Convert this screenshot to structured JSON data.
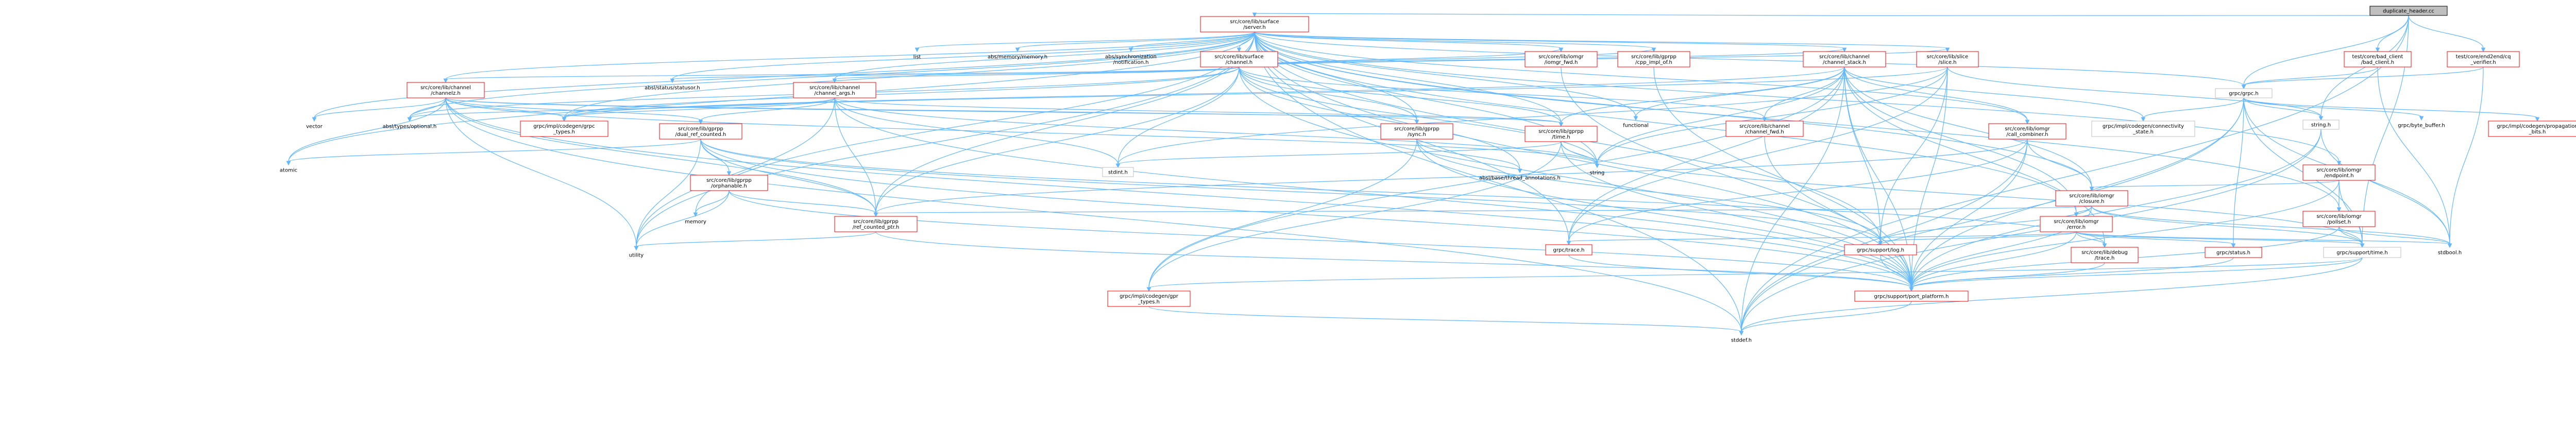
{
  "diagram": {
    "nodes": [
      {
        "id": "root",
        "lines": [
          "duplicate_header.cc"
        ],
        "style": "root"
      },
      {
        "id": "surface_server",
        "lines": [
          "src/core/lib/surface",
          "/server.h"
        ],
        "style": "red"
      },
      {
        "id": "bad_client",
        "lines": [
          "test/core/bad_client",
          "/bad_client.h"
        ],
        "style": "red"
      },
      {
        "id": "grpc_verifier",
        "lines": [
          "test/core/end2end/cq",
          "_verifier.h"
        ],
        "style": "red"
      },
      {
        "id": "list",
        "lines": [
          "list"
        ],
        "style": "plain"
      },
      {
        "id": "memory_h",
        "lines": [
          "abs/memory/memory.h"
        ],
        "style": "plain"
      },
      {
        "id": "absl_sync",
        "lines": [
          "abs/synchronization",
          "/notification.h"
        ],
        "style": "plain"
      },
      {
        "id": "surface_channel",
        "lines": [
          "src/core/lib/surface",
          "/channel.h"
        ],
        "style": "red"
      },
      {
        "id": "iomgr_fwd",
        "lines": [
          "src/core/lib/iomgr",
          "/iomgr_fwd.h"
        ],
        "style": "red"
      },
      {
        "id": "cpp_impl_of",
        "lines": [
          "src/core/lib/gprpp",
          "/cpp_impl_of.h"
        ],
        "style": "red"
      },
      {
        "id": "channel_stack",
        "lines": [
          "src/core/lib/channel",
          "/channel_stack.h"
        ],
        "style": "red"
      },
      {
        "id": "slice_h",
        "lines": [
          "src/core/lib/slice",
          "/slice.h"
        ],
        "style": "red"
      },
      {
        "id": "grpc_h",
        "lines": [
          "grpc/grpc.h"
        ],
        "style": "grey"
      },
      {
        "id": "channelz",
        "lines": [
          "src/core/lib/channel",
          "/channelz.h"
        ],
        "style": "red"
      },
      {
        "id": "status_h",
        "lines": [
          "absl/status/statusor.h"
        ],
        "style": "plain"
      },
      {
        "id": "channel_args",
        "lines": [
          "src/core/lib/channel",
          "/channel_args.h"
        ],
        "style": "red"
      },
      {
        "id": "vector",
        "lines": [
          "vector"
        ],
        "style": "plain"
      },
      {
        "id": "absl_optional",
        "lines": [
          "absl/types/optional.h"
        ],
        "style": "plain"
      },
      {
        "id": "grpc_types",
        "lines": [
          "grpc/impl/codegen/grpc",
          "_types.h"
        ],
        "style": "red"
      },
      {
        "id": "dual_ref",
        "lines": [
          "src/core/lib/gprpp",
          "/dual_ref_counted.h"
        ],
        "style": "red"
      },
      {
        "id": "sync_h",
        "lines": [
          "src/core/lib/gprpp",
          "/sync.h"
        ],
        "style": "red"
      },
      {
        "id": "time_h",
        "lines": [
          "src/core/lib/gprpp",
          "/time.h"
        ],
        "style": "red"
      },
      {
        "id": "call_combiner",
        "lines": [
          "src/core/lib/iomgr",
          "/call_combiner.h"
        ],
        "style": "red"
      },
      {
        "id": "channel_fwd",
        "lines": [
          "src/core/lib/channel",
          "/channel_fwd.h"
        ],
        "style": "red"
      },
      {
        "id": "functional",
        "lines": [
          "functional"
        ],
        "style": "plain"
      },
      {
        "id": "connectivity",
        "lines": [
          "grpc/impl/codegen/connectivity",
          "_state.h"
        ],
        "style": "grey"
      },
      {
        "id": "string_h",
        "lines": [
          "string.h"
        ],
        "style": "grey"
      },
      {
        "id": "byte_buffer",
        "lines": [
          "grpc/byte_buffer.h"
        ],
        "style": "plain"
      },
      {
        "id": "propagation",
        "lines": [
          "grpc/impl/codegen/propagation",
          "_bits.h"
        ],
        "style": "red"
      },
      {
        "id": "endpoint",
        "lines": [
          "src/core/lib/iomgr",
          "/endpoint.h"
        ],
        "style": "red"
      },
      {
        "id": "pollset",
        "lines": [
          "src/core/lib/iomgr",
          "/pollset.h"
        ],
        "style": "red"
      },
      {
        "id": "atomic",
        "lines": [
          "atomic"
        ],
        "style": "plain"
      },
      {
        "id": "orphanable",
        "lines": [
          "src/core/lib/gprpp",
          "/orphanable.h"
        ],
        "style": "red"
      },
      {
        "id": "memory",
        "lines": [
          "memory"
        ],
        "style": "plain"
      },
      {
        "id": "stdint",
        "lines": [
          "stdint.h"
        ],
        "style": "grey"
      },
      {
        "id": "thread_annot",
        "lines": [
          "absl/base/thread_annotations.h"
        ],
        "style": "plain"
      },
      {
        "id": "string",
        "lines": [
          "string"
        ],
        "style": "plain"
      },
      {
        "id": "closure",
        "lines": [
          "src/core/lib/iomgr",
          "/closure.h"
        ],
        "style": "red"
      },
      {
        "id": "ref_counted_ptr",
        "lines": [
          "src/core/lib/gprpp",
          "/ref_counted_ptr.h"
        ],
        "style": "red"
      },
      {
        "id": "error_h",
        "lines": [
          "src/core/lib/iomgr",
          "/error.h"
        ],
        "style": "red"
      },
      {
        "id": "utility",
        "lines": [
          "utility"
        ],
        "style": "plain"
      },
      {
        "id": "trace_h",
        "lines": [
          "grpc/trace.h"
        ],
        "style": "red"
      },
      {
        "id": "log_h",
        "lines": [
          "grpc/support/log.h"
        ],
        "style": "red"
      },
      {
        "id": "debug_trace",
        "lines": [
          "src/core/lib/debug",
          "/trace.h"
        ],
        "style": "red"
      },
      {
        "id": "grpc_status",
        "lines": [
          "grpc/status.h"
        ],
        "style": "red"
      },
      {
        "id": "support_time",
        "lines": [
          "grpc/support/time.h"
        ],
        "style": "std"
      },
      {
        "id": "stdbool",
        "lines": [
          "stdbool.h"
        ],
        "style": "plain"
      },
      {
        "id": "gpr_types",
        "lines": [
          "grpc/impl/codegen/gpr",
          "_types.h"
        ],
        "style": "red"
      },
      {
        "id": "port_platform",
        "lines": [
          "grpc/support/port_platform.h"
        ],
        "style": "red"
      },
      {
        "id": "stddef",
        "lines": [
          "stddef.h"
        ],
        "style": "plain"
      }
    ]
  }
}
